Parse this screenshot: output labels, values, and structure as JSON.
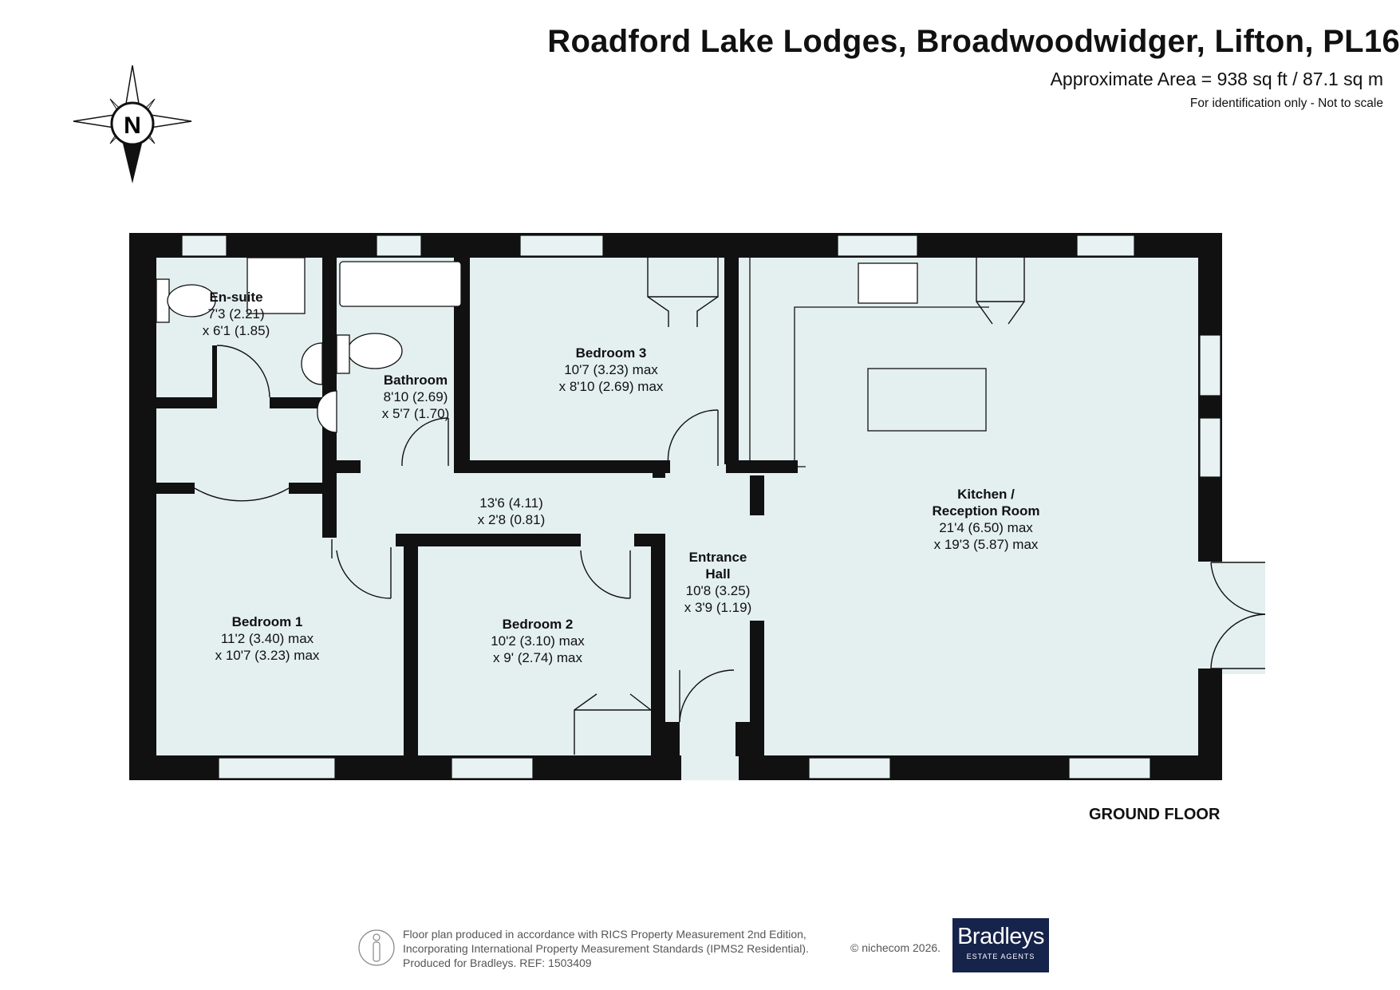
{
  "header": {
    "title": "Roadford Lake Lodges, Broadwoodwidger, Lifton, PL16",
    "area": "Approximate Area = 938 sq ft / 87.1 sq m",
    "disclaimer": "For identification only - Not to scale"
  },
  "compass": {
    "letter": "N"
  },
  "rooms": {
    "ensuite": {
      "name": "En-suite",
      "dim1": "7'3 (2.21)",
      "dim2": "x 6'1 (1.85)"
    },
    "bathroom": {
      "name": "Bathroom",
      "dim1": "8'10 (2.69)",
      "dim2": "x 5'7 (1.70)"
    },
    "bedroom3": {
      "name": "Bedroom 3",
      "dim1": "10'7 (3.23) max",
      "dim2": "x 8'10 (2.69) max"
    },
    "hallway": {
      "dim1": "13'6 (4.11)",
      "dim2": "x 2'8 (0.81)"
    },
    "kitchen": {
      "name1": "Kitchen /",
      "name2": "Reception Room",
      "dim1": "21'4 (6.50) max",
      "dim2": "x 19'3 (5.87) max"
    },
    "entrance": {
      "name1": "Entrance",
      "name2": "Hall",
      "dim1": "10'8 (3.25)",
      "dim2": "x 3'9 (1.19)"
    },
    "bedroom1": {
      "name": "Bedroom 1",
      "dim1": "11'2 (3.40) max",
      "dim2": "x 10'7 (3.23) max"
    },
    "bedroom2": {
      "name": "Bedroom 2",
      "dim1": "10'2 (3.10) max",
      "dim2": "x 9' (2.74) max"
    }
  },
  "floor_label": "GROUND FLOOR",
  "footer": {
    "line1": "Floor plan produced in accordance with RICS Property Measurement 2nd Edition,",
    "line2": "Incorporating International Property Measurement Standards (IPMS2 Residential).",
    "line3": "Produced for Bradleys.   REF:  1503409",
    "copyright": "© nichecom 2026.",
    "logo_name": "Bradleys",
    "logo_sub": "ESTATE AGENTS"
  },
  "colors": {
    "wall": "#111111",
    "floor": "#e4eff0",
    "window": "#e8f2f3",
    "logo_bg": "#16234a"
  }
}
